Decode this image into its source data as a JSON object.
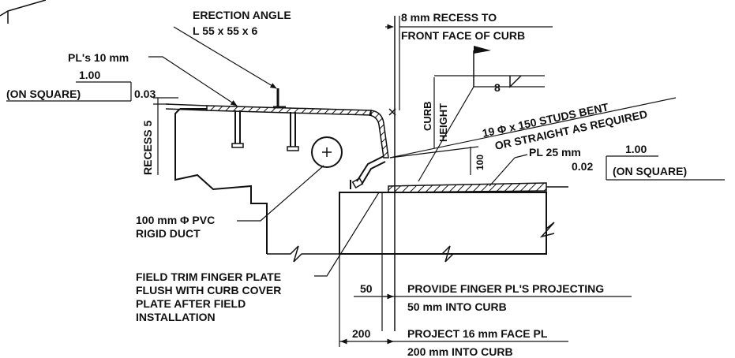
{
  "labels": {
    "erection_angle_1": "ERECTION ANGLE",
    "erection_angle_2": "L 55 x 55 x 6",
    "plates_10mm": "PL's 10 mm",
    "slope_left_num": "1.00",
    "slope_left_on_square": "(ON SQUARE)",
    "slope_left_val": "0.03",
    "recess_5": "RECESS 5",
    "recess_8mm_1": "8 mm RECESS TO",
    "recess_8mm_2": "FRONT FACE OF CURB",
    "curb": "CURB",
    "height": "HEIGHT",
    "weld_8": "8",
    "studs_1": "19 Φ x 150 STUDS BENT",
    "studs_2": "OR STRAIGHT AS REQUIRED",
    "dim_100": "100",
    "plate_25mm": "PL 25 mm",
    "slope_right_val": "0.02",
    "slope_right_num": "1.00",
    "slope_right_on_square": "(ON SQUARE)",
    "duct_1": "100 mm Φ PVC",
    "duct_2": "RIGID DUCT",
    "field_trim_1": "FIELD TRIM FINGER PLATE",
    "field_trim_2": "FLUSH WITH CURB COVER",
    "field_trim_3": "PLATE AFTER FIELD",
    "field_trim_4": "INSTALLATION",
    "dim_50": "50",
    "finger_1": "PROVIDE FINGER PL'S PROJECTING",
    "finger_2": "50 mm INTO CURB",
    "dim_200": "200",
    "project_1": "PROJECT 16 mm FACE PL",
    "project_2": "200 mm INTO CURB"
  }
}
